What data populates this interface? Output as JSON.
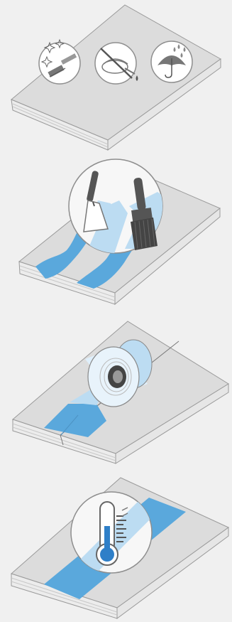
{
  "steps": [
    {
      "id": "prepare-surface",
      "icons": [
        "clean-brush-sparkle-icon",
        "no-oil-grease-icon",
        "dry-surface-umbrella-icon"
      ]
    },
    {
      "id": "apply-primer",
      "icons": [
        "putty-knife-icon",
        "paint-brush-icon"
      ]
    },
    {
      "id": "apply-tape",
      "icons": [
        "tape-roll-icon"
      ]
    },
    {
      "id": "temperature-check",
      "icons": [
        "thermometer-icon"
      ]
    }
  ],
  "colors": {
    "background": "#f0f0f0",
    "board_top": "#dcdcdc",
    "board_side": "#ececec",
    "outline": "#8e8e8e",
    "primer_blue": "#5aa8dc",
    "primer_blue_light": "#bcdcf2",
    "tool_dark": "#555555",
    "thermo_blue": "#2f7fc8"
  }
}
